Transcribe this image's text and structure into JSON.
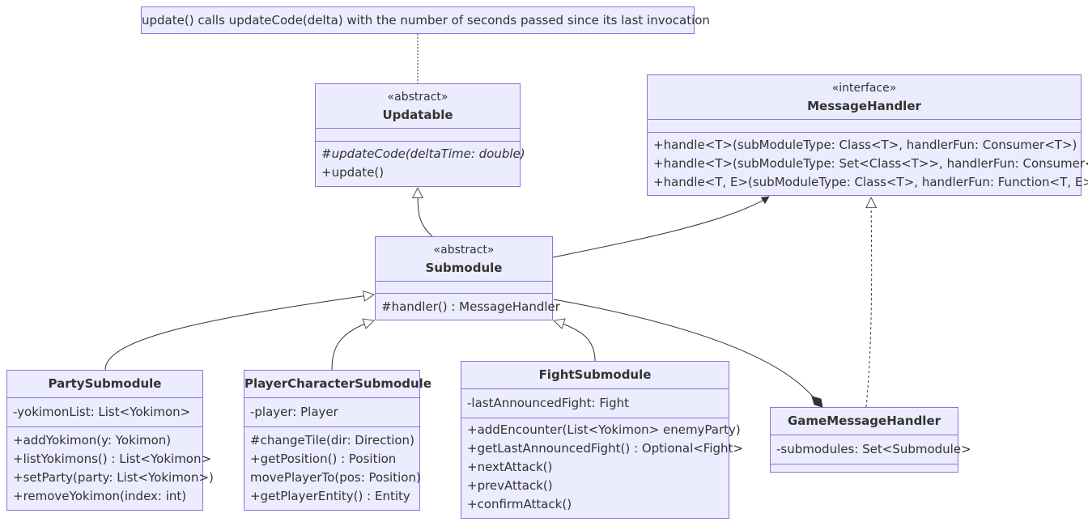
{
  "note": "update() calls updateCode(delta) with the number of seconds passed since its last invocation",
  "classes": {
    "updatable": {
      "stereotype": "«abstract»",
      "name": "Updatable",
      "attributes": [],
      "methods": [
        "#updateCode(deltaTime: double)",
        "+update()"
      ]
    },
    "message_handler": {
      "stereotype": "«interface»",
      "name": "MessageHandler",
      "attributes": [],
      "methods": [
        "+handle<T>(subModuleType: Class<T>, handlerFun: Consumer<T>)",
        "+handle<T>(subModuleType: Set<Class<T>>, handlerFun: Consumer<T>)",
        "+handle<T, E>(subModuleType: Class<T>, handlerFun: Function<T, E>) : E"
      ]
    },
    "submodule": {
      "stereotype": "«abstract»",
      "name": "Submodule",
      "attributes": [],
      "methods": [
        "#handler() : MessageHandler"
      ]
    },
    "party_submodule": {
      "name": "PartySubmodule",
      "attributes": [
        "-yokimonList: List<Yokimon>"
      ],
      "methods": [
        "+addYokimon(y: Yokimon)",
        "+listYokimons() : List<Yokimon>",
        "+setParty(party: List<Yokimon>)",
        "+removeYokimon(index: int)"
      ]
    },
    "player_character_submodule": {
      "name": "PlayerCharacterSubmodule",
      "attributes": [
        "-player: Player"
      ],
      "methods": [
        "#changeTile(dir: Direction)",
        "+getPosition() : Position",
        "movePlayerTo(pos: Position)",
        "+getPlayerEntity() : Entity"
      ]
    },
    "fight_submodule": {
      "name": "FightSubmodule",
      "attributes": [
        "-lastAnnouncedFight: Fight"
      ],
      "methods": [
        "+addEncounter(List<Yokimon> enemyParty)",
        "+getLastAnnouncedFight() : Optional<Fight>",
        "+nextAttack()",
        "+prevAttack()",
        "+confirmAttack()"
      ]
    },
    "game_message_handler": {
      "name": "GameMessageHandler",
      "attributes": [
        "-submodules: Set<Submodule>"
      ],
      "methods": []
    }
  },
  "relations": [
    {
      "from": "Submodule",
      "to": "Updatable",
      "type": "inheritance"
    },
    {
      "from": "PartySubmodule",
      "to": "Submodule",
      "type": "inheritance"
    },
    {
      "from": "PlayerCharacterSubmodule",
      "to": "Submodule",
      "type": "inheritance"
    },
    {
      "from": "FightSubmodule",
      "to": "Submodule",
      "type": "inheritance"
    },
    {
      "from": "Submodule",
      "to": "MessageHandler",
      "type": "association"
    },
    {
      "from": "GameMessageHandler",
      "to": "MessageHandler",
      "type": "realization"
    },
    {
      "from": "GameMessageHandler",
      "to": "Submodule",
      "type": "composition"
    },
    {
      "from": "note",
      "to": "Updatable",
      "type": "note-link"
    }
  ],
  "colors": {
    "fill": "#ececff",
    "stroke": "#9370db",
    "text": "#333333",
    "edge": "#333333"
  }
}
